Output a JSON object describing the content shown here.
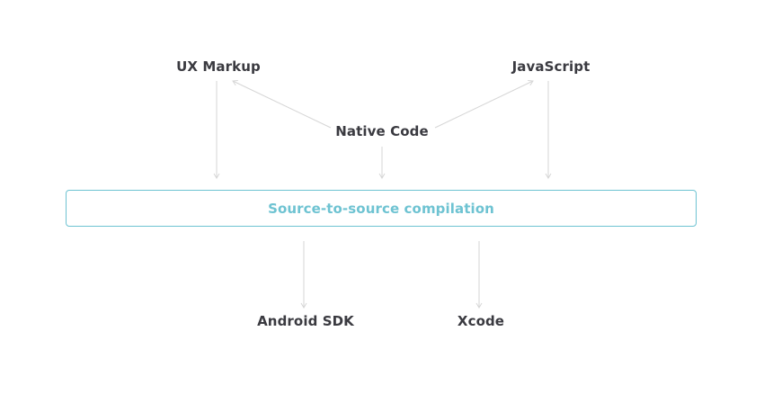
{
  "nodes": {
    "ux_markup": "UX Markup",
    "javascript": "JavaScript",
    "native_code": "Native Code",
    "android_sdk": "Android SDK",
    "xcode": "Xcode"
  },
  "compilation": {
    "label": "Source-to-source compilation"
  },
  "colors": {
    "node_text": "#3a3a40",
    "accent": "#6ec3d2",
    "arrow": "#d6d6d6"
  }
}
